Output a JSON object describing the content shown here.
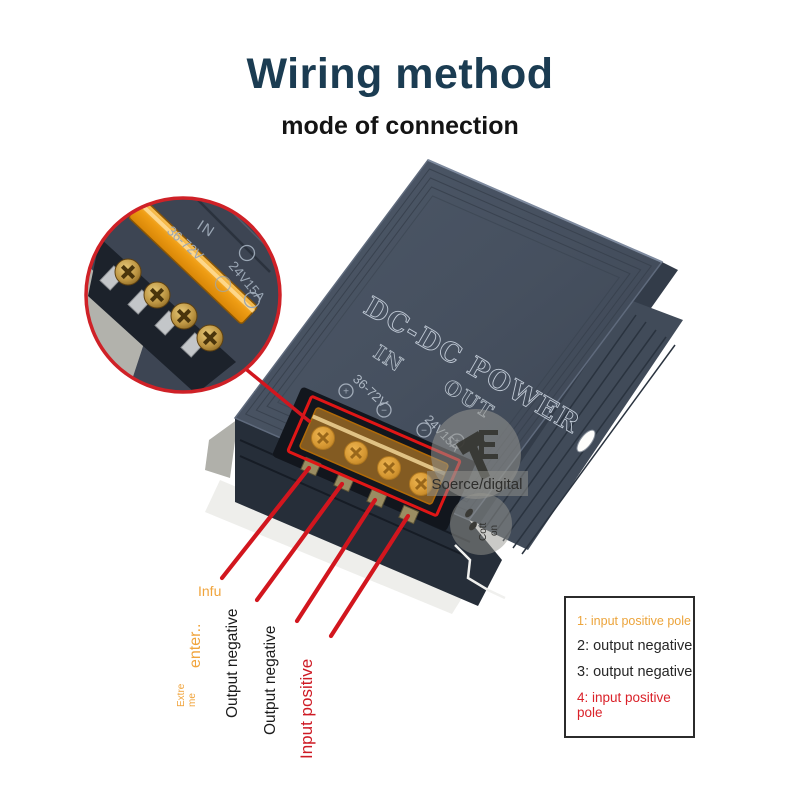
{
  "header": {
    "title": "Wiring method",
    "subtitle": "mode of connection"
  },
  "device": {
    "brand": "DC-DC POWER",
    "input_label": "IN",
    "input_range": "36-72V",
    "output_label": "OUT",
    "output_rating": "24V15A",
    "plus": "+",
    "minus": "−"
  },
  "inset": {
    "input_label": "IN",
    "input_range": "36-72V",
    "output_rating": "24V15A"
  },
  "watermark": {
    "brand": "Soerce/digital",
    "badge_top": "Cott",
    "badge_bottom": "on"
  },
  "callouts": [
    {
      "fragments": {
        "a": "Infu",
        "b": "enter..",
        "c": "Extre",
        "d": "me"
      },
      "color": "#f0a43c"
    },
    {
      "text": "Output negative",
      "color": "#1c1c1c"
    },
    {
      "text": "Output negative",
      "color": "#1c1c1c"
    },
    {
      "text": "Input positive",
      "color": "#ce1a24"
    }
  ],
  "legend": {
    "items": [
      {
        "text": "1: input positive pole",
        "color": "#eca43b"
      },
      {
        "text": "2: output negative",
        "color": "#262626"
      },
      {
        "text": "3: output negative",
        "color": "#262626"
      },
      {
        "text": "4: input positive pole",
        "color": "#da2129"
      }
    ]
  },
  "colors": {
    "title": "#1b3c52",
    "accent_red": "#d2161e",
    "device_body": "#46505f",
    "terminal_orange": "#f3a01c"
  }
}
